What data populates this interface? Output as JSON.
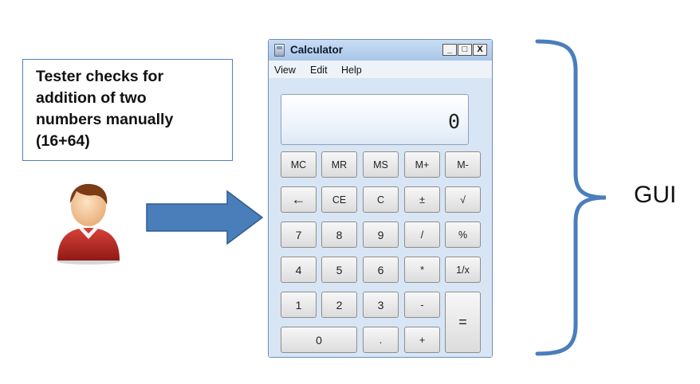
{
  "note": {
    "text": "Tester checks for\naddition of two\nnumbers manually\n(16+64)"
  },
  "calculator": {
    "title": "Calculator",
    "window_controls": [
      "_",
      "□",
      "X"
    ],
    "menu": [
      "View",
      "Edit",
      "Help"
    ],
    "display": "0",
    "buttons": [
      {
        "label": "MC",
        "name": "mc-button"
      },
      {
        "label": "MR",
        "name": "mr-button"
      },
      {
        "label": "MS",
        "name": "ms-button"
      },
      {
        "label": "M+",
        "name": "m-plus-button"
      },
      {
        "label": "M-",
        "name": "m-minus-button"
      },
      {
        "label": "←",
        "name": "backspace-button"
      },
      {
        "label": "CE",
        "name": "ce-button"
      },
      {
        "label": "C",
        "name": "c-button"
      },
      {
        "label": "±",
        "name": "sign-button"
      },
      {
        "label": "√",
        "name": "sqrt-button"
      },
      {
        "label": "7",
        "name": "digit-7-button"
      },
      {
        "label": "8",
        "name": "digit-8-button"
      },
      {
        "label": "9",
        "name": "digit-9-button"
      },
      {
        "label": "/",
        "name": "divide-button"
      },
      {
        "label": "%",
        "name": "percent-button"
      },
      {
        "label": "4",
        "name": "digit-4-button"
      },
      {
        "label": "5",
        "name": "digit-5-button"
      },
      {
        "label": "6",
        "name": "digit-6-button"
      },
      {
        "label": "*",
        "name": "multiply-button"
      },
      {
        "label": "1/x",
        "name": "reciprocal-button"
      },
      {
        "label": "1",
        "name": "digit-1-button"
      },
      {
        "label": "2",
        "name": "digit-2-button"
      },
      {
        "label": "3",
        "name": "digit-3-button"
      },
      {
        "label": "-",
        "name": "subtract-button"
      },
      {
        "label": "=",
        "name": "equals-button"
      },
      {
        "label": "0",
        "name": "digit-0-button"
      },
      {
        "label": ".",
        "name": "decimal-button"
      },
      {
        "label": "+",
        "name": "add-button"
      }
    ]
  },
  "brace_label": "GUI",
  "colors": {
    "arrow": "#4a7ebb",
    "arrow_outline": "#2f5b8f",
    "brace": "#4a7ebb",
    "note_border": "#4f81bd"
  }
}
